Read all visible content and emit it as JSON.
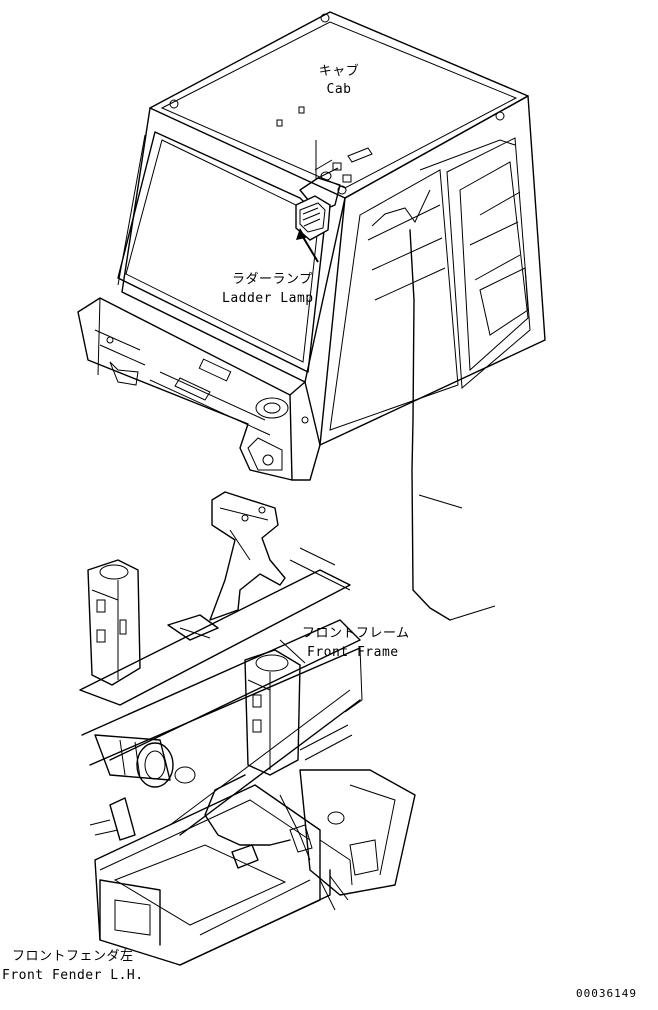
{
  "labels": {
    "cab_jp": "キャブ",
    "cab_en": "Cab",
    "ladder_lamp_jp": "ラダーランプ",
    "ladder_lamp_en": "Ladder Lamp",
    "front_frame_jp": "フロントフレーム",
    "front_frame_en": "Front Frame",
    "front_fender_jp": "フロントフェンダ左",
    "front_fender_en": "Front Fender L.H.",
    "drawing_number": "00036149"
  }
}
